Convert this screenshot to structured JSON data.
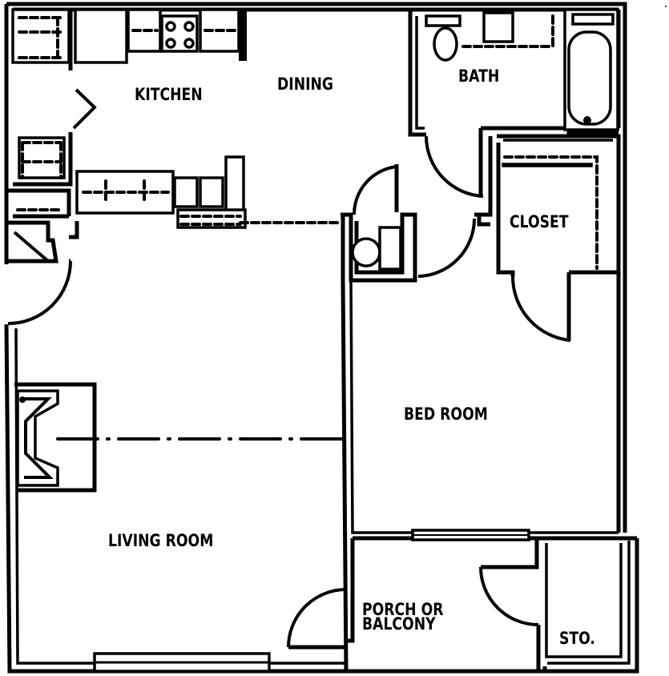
{
  "plan": {
    "type": "floor-plan",
    "rooms": [
      {
        "id": "kitchen",
        "label": "KITCHEN"
      },
      {
        "id": "dining",
        "label": "DINING"
      },
      {
        "id": "bath",
        "label": "BATH"
      },
      {
        "id": "closet",
        "label": "CLOSET"
      },
      {
        "id": "bedroom",
        "label": "BED ROOM"
      },
      {
        "id": "living",
        "label": "LIVING ROOM"
      },
      {
        "id": "porch",
        "label": "PORCH OR\nBALCONY"
      },
      {
        "id": "storage",
        "label": "STO."
      }
    ],
    "colors": {
      "line": "#000000",
      "background": "#ffffff"
    }
  }
}
